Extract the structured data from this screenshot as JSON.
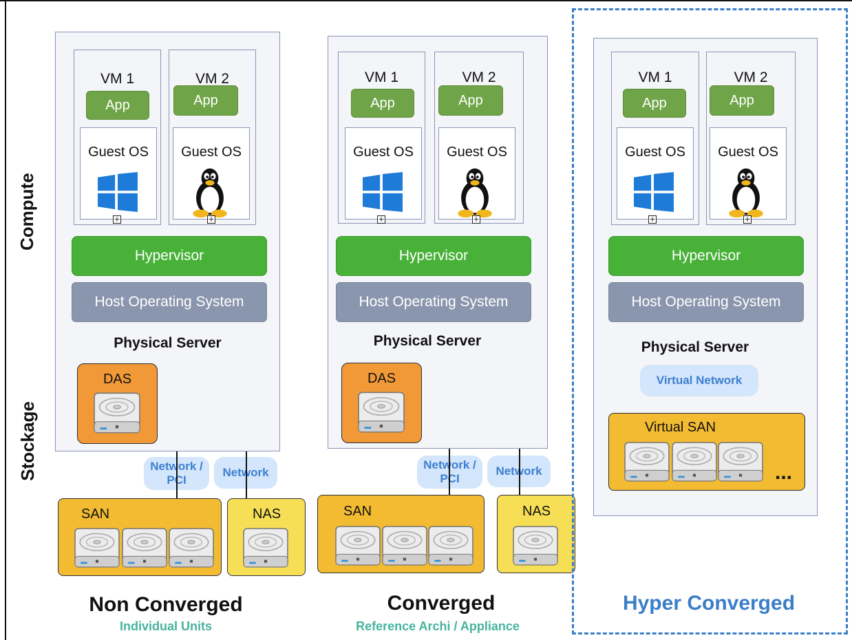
{
  "side_labels": {
    "compute": "Compute",
    "storage": "Stockage"
  },
  "columns": [
    {
      "vm1": "VM 1",
      "vm2": "VM 2",
      "app": "App",
      "guest_os": "Guest OS",
      "hypervisor": "Hypervisor",
      "host_os": "Host Operating System",
      "physical_server": "Physical Server",
      "das": "DAS",
      "net1": "Network / PCI",
      "net2": "Network",
      "san": "SAN",
      "nas": "NAS",
      "title": "Non Converged",
      "subtitle": "Individual Units"
    },
    {
      "vm1": "VM 1",
      "vm2": "VM 2",
      "app": "App",
      "guest_os": "Guest OS",
      "hypervisor": "Hypervisor",
      "host_os": "Host Operating System",
      "physical_server": "Physical Server",
      "das": "DAS",
      "net1": "Network / PCI",
      "net2": "Network",
      "san": "SAN",
      "nas": "NAS",
      "title": "Converged",
      "subtitle": "Reference Archi / Appliance"
    },
    {
      "vm1": "VM 1",
      "vm2": "VM 2",
      "app": "App",
      "guest_os": "Guest OS",
      "hypervisor": "Hypervisor",
      "host_os": "Host Operating System",
      "physical_server": "Physical Server",
      "virtual_network": "Virtual Network",
      "virtual_san": "Virtual SAN",
      "more": "...",
      "title": "Hyper Converged"
    }
  ],
  "colors": {
    "app": "#6fa548",
    "hypervisor": "#47b138",
    "host_os": "#8a96ad",
    "das": "#f19937",
    "san": "#f2bb32",
    "nas": "#f6df55",
    "network": "#d3e6fb",
    "accent_blue": "#3a7ec7",
    "subtitle_teal": "#46b39c"
  },
  "icons": [
    "windows-icon",
    "linux-tux-icon",
    "hard-drive-icon",
    "expand-icon"
  ]
}
